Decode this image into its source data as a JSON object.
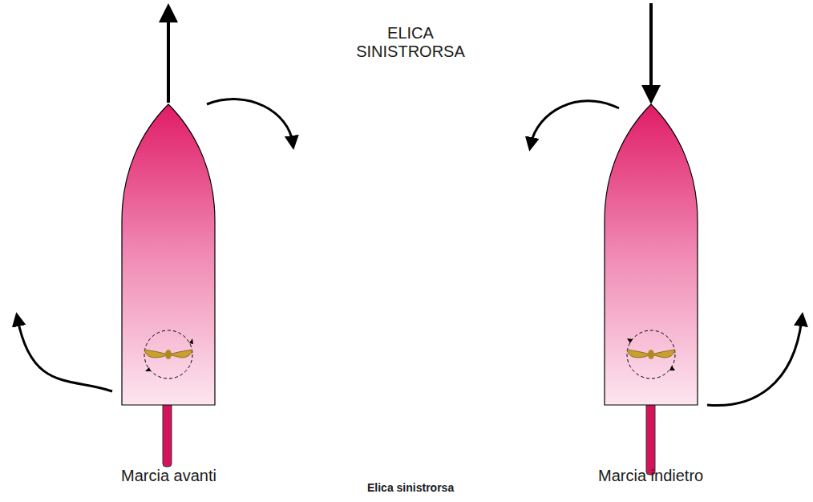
{
  "diagram": {
    "title": "ELICA SINISTRORSA",
    "caption": "Elica sinistrorsa",
    "labels": [
      "Marcia avanti",
      "Marcia indietro"
    ]
  }
}
